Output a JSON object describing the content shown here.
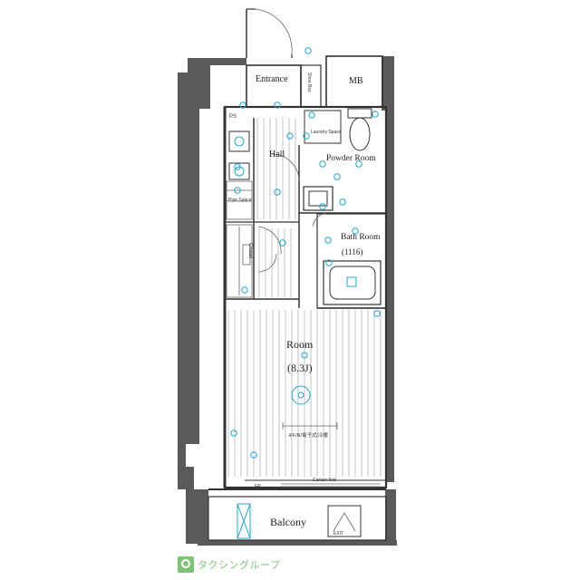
{
  "rooms": {
    "entrance": "Entrance",
    "mb": "MB",
    "hall": "Hall",
    "powder_room": "Powder Room",
    "bath_room": "Bath Room",
    "bath_size": "(1116)",
    "main_room": "Room",
    "main_size": "(8.3J)",
    "balcony": "Balcony",
    "closet": "Closet",
    "shoe_box": "Shoe Box",
    "laundry_space": "Laundry Space",
    "ps": "PS",
    "pipe_space": "Pipe Space",
    "wall_note": "※F/N/電子式/冷暖",
    "curtain_rail": "Curtain Rail",
    "ep": "EP",
    "exit": "EXIT"
  },
  "logo": {
    "text": "タクシングループ"
  },
  "colors": {
    "wall": "#5a5a5a",
    "fixture": "#1fa6c9",
    "logo": "#7fc27a"
  }
}
